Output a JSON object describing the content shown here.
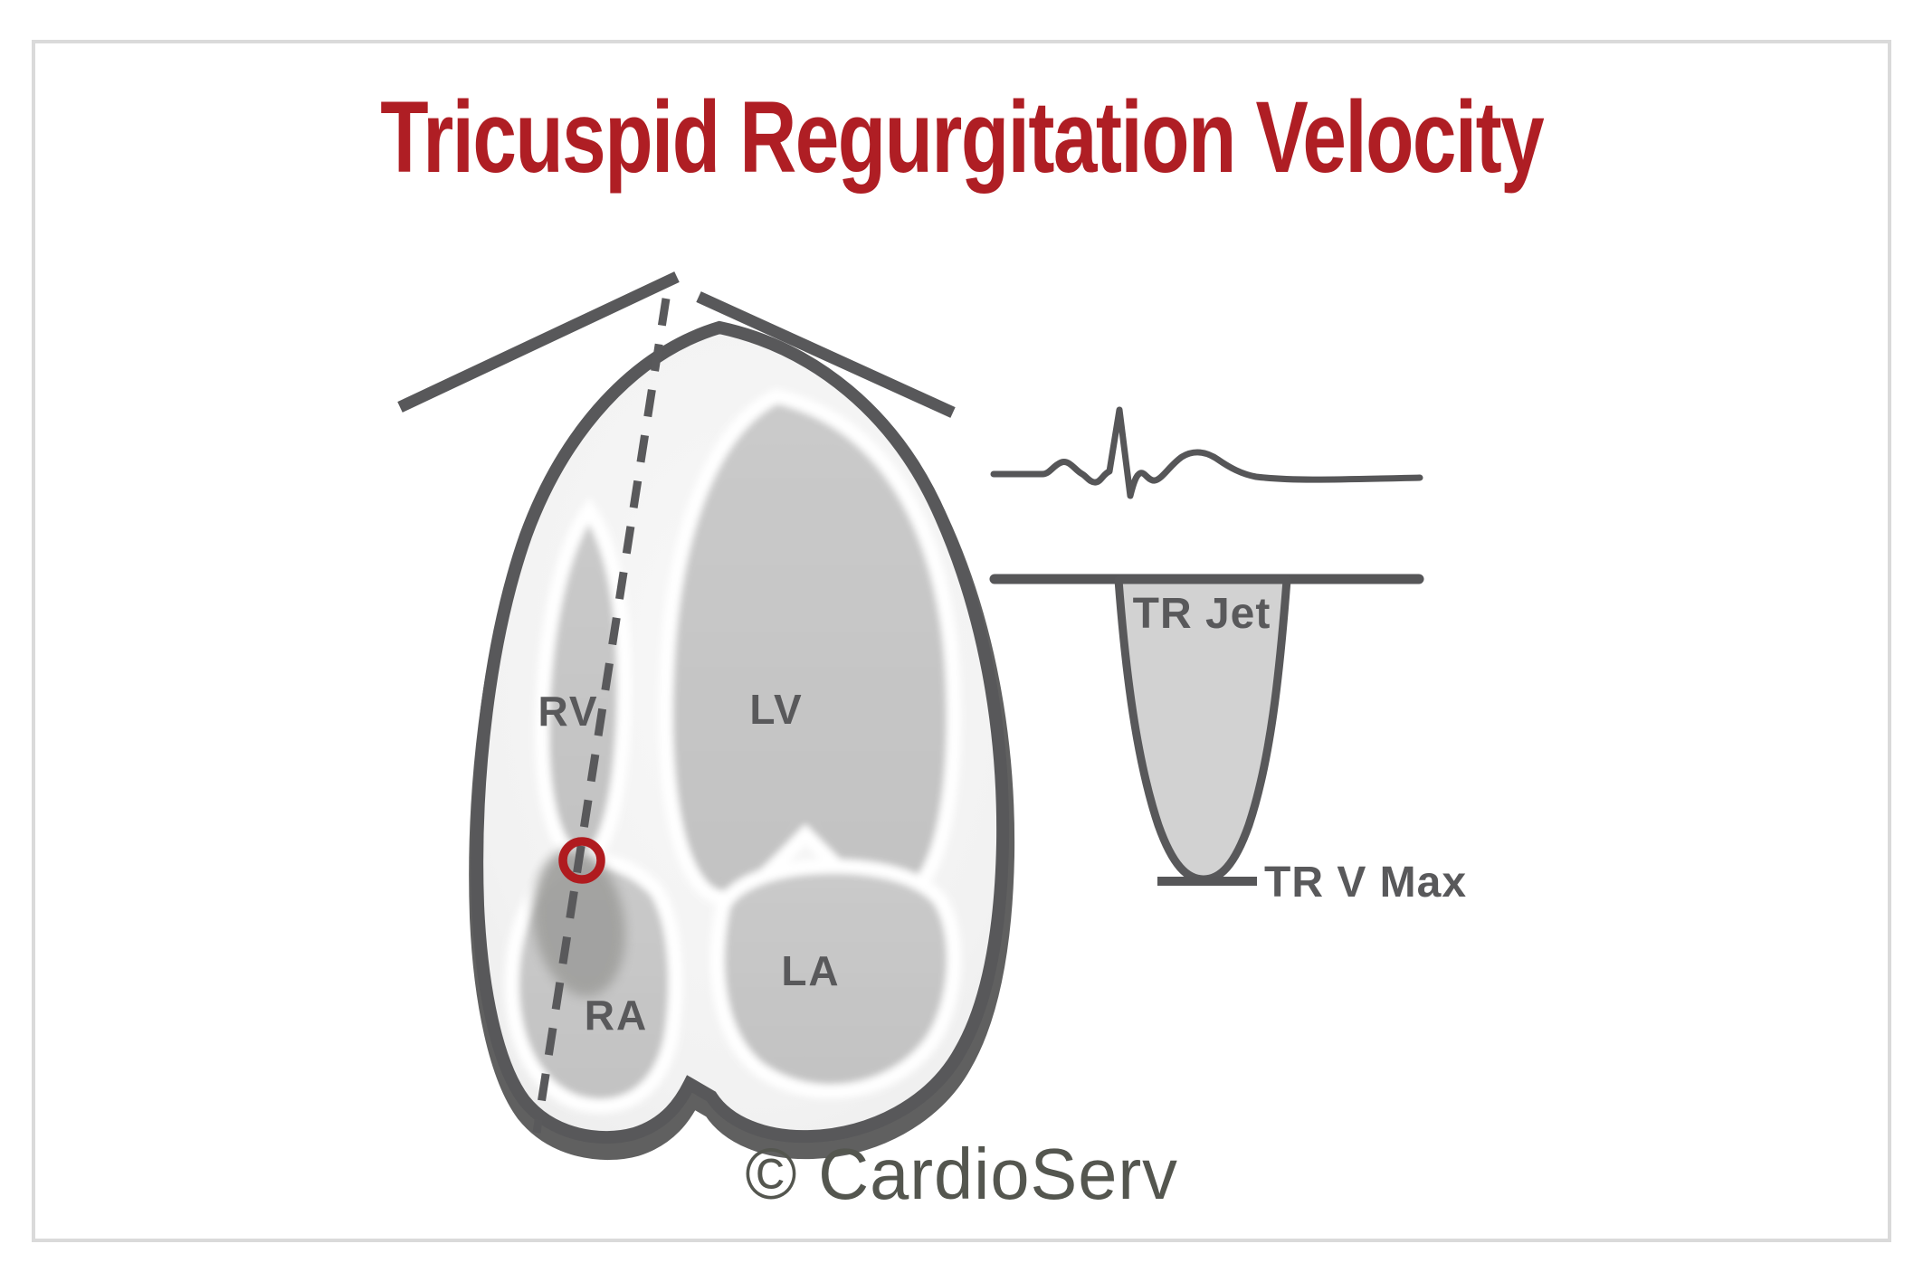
{
  "title": {
    "text": "Tricuspid Regurgitation Velocity"
  },
  "heart_diagram": {
    "description_labels": {
      "right_ventricle": "RV",
      "left_ventricle": "LV",
      "right_atrium": "RA",
      "left_atrium": "LA"
    }
  },
  "doppler_panel": {
    "jet_label": "TR Jet",
    "vmax_label": "TR V Max"
  },
  "footer": {
    "copyright": "© CardioServ"
  },
  "colors": {
    "title_red": "#AF1E24",
    "marker_red": "#B01B1F",
    "outline_gray": "#58585A",
    "shadow_gray": "#606060",
    "chamber_gray": "#C6C6C6",
    "body_light": "#F2F2F2",
    "wall_white": "#FFFFFF",
    "jet_envelope_fill": "#D2D2D2",
    "jet_cloud_gray": "#A1A19F",
    "text_gray": "#59595B",
    "trace_gray": "#565658",
    "border_gray": "#DADADA"
  }
}
